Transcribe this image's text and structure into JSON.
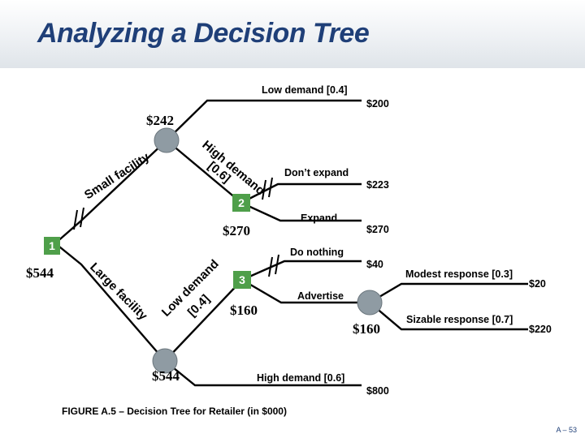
{
  "title": "Analyzing a Decision Tree",
  "caption": "FIGURE A.5 – Decision Tree for Retailer (in $000)",
  "page_number": "A – 53",
  "nodes": {
    "decision_1": {
      "label": "1",
      "value": "$544"
    },
    "chance_small": {
      "value": "$242"
    },
    "decision_2": {
      "label": "2",
      "value": "$270"
    },
    "chance_large": {
      "value": "$544"
    },
    "decision_3": {
      "label": "3",
      "value": "$160"
    },
    "chance_advertise": {
      "value": "$160"
    }
  },
  "branches": {
    "small_facility": "Small facility",
    "large_facility": "Large facility",
    "low_demand_small": "Low demand [0.4]",
    "high_demand_small_line1": "High demand",
    "high_demand_small_line2": "[0.6]",
    "dont_expand": "Don’t expand",
    "expand": "Expand",
    "low_demand_large_line1": "Low demand",
    "low_demand_large_line2": "[0.4]",
    "high_demand_large": "High demand [0.6]",
    "do_nothing": "Do nothing",
    "advertise": "Advertise",
    "modest_response": "Modest response [0.3]",
    "sizable_response": "Sizable response [0.7]"
  },
  "payoffs": {
    "low_small": "$200",
    "dont_expand": "$223",
    "expand": "$270",
    "do_nothing": "$40",
    "modest": "$20",
    "sizable": "$220",
    "high_large": "$800"
  },
  "colors": {
    "title": "#1f3f78",
    "decision_node": "#4f9f4a",
    "chance_node": "#8f9ba3",
    "branch": "#000000"
  }
}
